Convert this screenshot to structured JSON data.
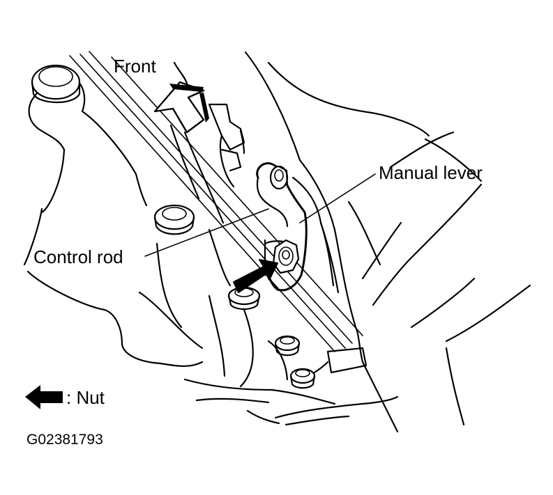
{
  "labels": {
    "front": "Front",
    "manual_lever": "Manual lever",
    "control_rod": "Control rod",
    "legend_nut": ": Nut",
    "figure_code": "G02381793"
  },
  "colors": {
    "ink": "#000000",
    "background": "#ffffff"
  },
  "icons": {
    "front_arrow": "outline-up-arrow",
    "nut_arrow": "solid-arrow",
    "legend_arrow": "solid-left-arrow"
  }
}
